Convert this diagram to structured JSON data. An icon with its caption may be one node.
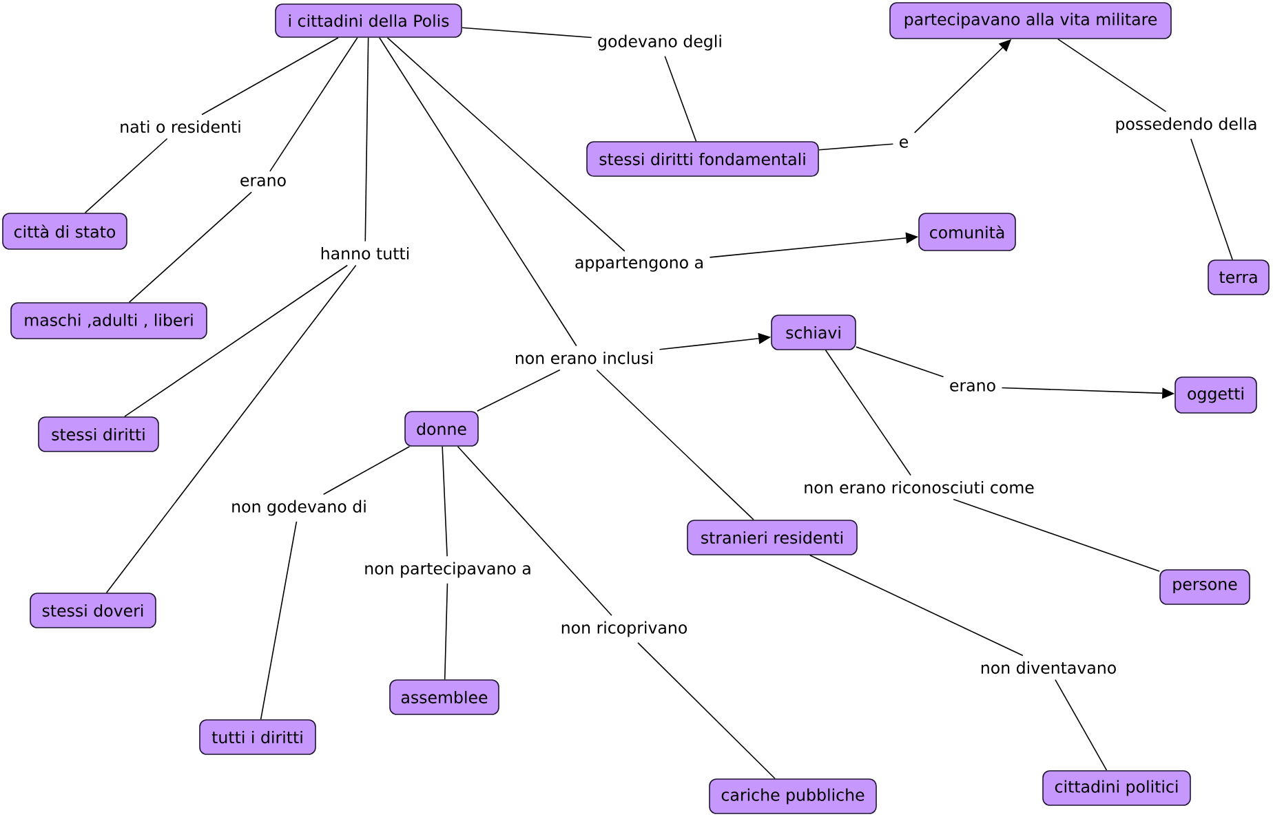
{
  "diagram": {
    "nodes": [
      {
        "text": [
          "i cittadini della Polis"
        ]
      },
      {
        "text": [
          "partecipavano alla vita militare"
        ]
      },
      {
        "text": [
          "godevano degli"
        ]
      },
      {
        "text": [
          "nati o residenti"
        ]
      },
      {
        "text": [
          "possedendo della"
        ]
      },
      {
        "text": [
          "e"
        ]
      },
      {
        "text": [
          "stessi diritti fondamentali"
        ]
      },
      {
        "text": [
          "erano"
        ]
      },
      {
        "text": [
          "città di stato"
        ]
      },
      {
        "text": [
          "comunità"
        ]
      },
      {
        "text": [
          "hanno tutti"
        ]
      },
      {
        "text": [
          "appartengono a"
        ]
      },
      {
        "text": [
          "terra"
        ]
      },
      {
        "text": [
          "maschi ,adulti , liberi"
        ]
      },
      {
        "text": [
          "schiavi"
        ]
      },
      {
        "text": [
          "non erano inclusi"
        ]
      },
      {
        "text": [
          "erano"
        ]
      },
      {
        "text": [
          "oggetti"
        ]
      },
      {
        "text": [
          "donne"
        ]
      },
      {
        "text": [
          "stessi diritti"
        ]
      },
      {
        "text": [
          "non erano riconosciuti come"
        ]
      },
      {
        "text": [
          "non godevano di"
        ]
      },
      {
        "text": [
          "stranieri residenti"
        ]
      },
      {
        "text": [
          "non partecipavano a"
        ]
      },
      {
        "text": [
          "persone"
        ]
      },
      {
        "text": [
          "stessi doveri"
        ]
      },
      {
        "text": [
          "non ricoprivano"
        ]
      },
      {
        "text": [
          "non diventavano"
        ]
      },
      {
        "text": [
          "assemblee"
        ]
      },
      {
        "text": [
          "tutti i diritti"
        ]
      },
      {
        "text": [
          "cittadini politici"
        ]
      },
      {
        "text": [
          "cariche pubbliche"
        ]
      }
    ],
    "edges": [
      {
        "from": 0,
        "to": 2,
        "arrow": "none"
      },
      {
        "from": 2,
        "to": 6,
        "arrow": "none"
      },
      {
        "from": 0,
        "to": 3,
        "arrow": "none"
      },
      {
        "from": 3,
        "to": 8,
        "arrow": "none"
      },
      {
        "from": 0,
        "to": 7,
        "arrow": "none"
      },
      {
        "from": 7,
        "to": 13,
        "arrow": "none"
      },
      {
        "from": 0,
        "to": 10,
        "arrow": "none"
      },
      {
        "from": 10,
        "to": 19,
        "arrow": "none"
      },
      {
        "from": 10,
        "to": 25,
        "arrow": "none"
      },
      {
        "from": 0,
        "to": 15,
        "arrow": "none"
      },
      {
        "from": 15,
        "to": 14,
        "arrow": "to"
      },
      {
        "from": 15,
        "to": 18,
        "arrow": "none"
      },
      {
        "from": 15,
        "to": 22,
        "arrow": "none"
      },
      {
        "from": 0,
        "to": 11,
        "arrow": "none"
      },
      {
        "from": 11,
        "to": 9,
        "arrow": "to"
      },
      {
        "from": 6,
        "to": 5,
        "arrow": "none"
      },
      {
        "from": 5,
        "to": 1,
        "arrow": "to"
      },
      {
        "from": 1,
        "to": 4,
        "arrow": "none"
      },
      {
        "from": 4,
        "to": 12,
        "arrow": "none"
      },
      {
        "from": 14,
        "to": 16,
        "arrow": "none"
      },
      {
        "from": 16,
        "to": 17,
        "arrow": "to"
      },
      {
        "from": 14,
        "to": 20,
        "arrow": "none"
      },
      {
        "from": 20,
        "to": 24,
        "arrow": "none"
      },
      {
        "from": 18,
        "to": 21,
        "arrow": "none"
      },
      {
        "from": 21,
        "to": 29,
        "arrow": "none"
      },
      {
        "from": 18,
        "to": 23,
        "arrow": "none"
      },
      {
        "from": 23,
        "to": 28,
        "arrow": "none"
      },
      {
        "from": 18,
        "to": 26,
        "arrow": "none"
      },
      {
        "from": 26,
        "to": 31,
        "arrow": "none"
      },
      {
        "from": 22,
        "to": 27,
        "arrow": "none"
      },
      {
        "from": 27,
        "to": 30,
        "arrow": "none"
      }
    ]
  }
}
